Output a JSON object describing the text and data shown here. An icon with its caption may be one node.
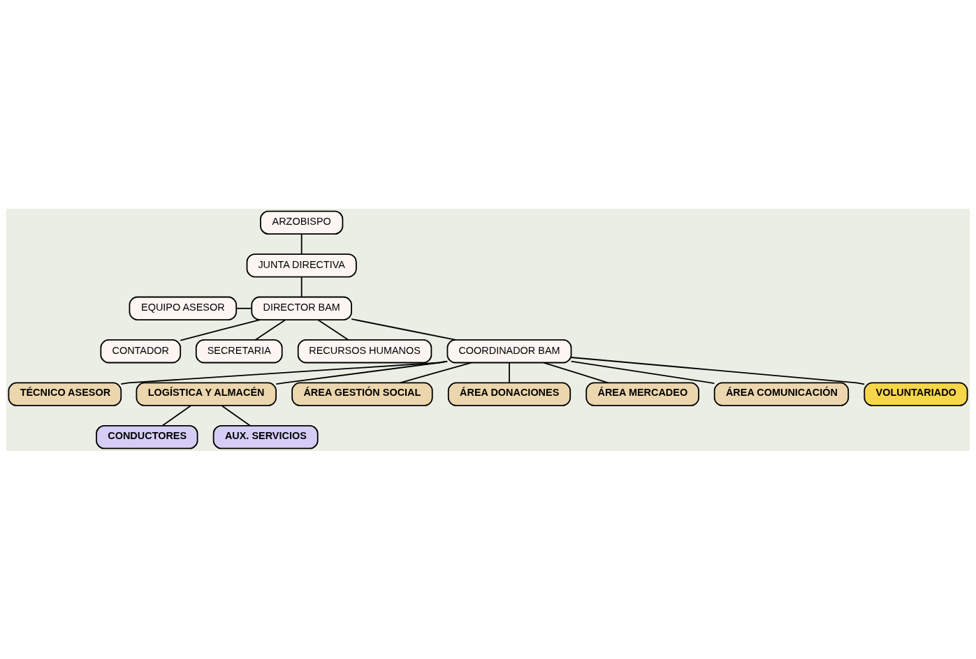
{
  "diagram": {
    "nodes": [
      {
        "text": [
          "ARZOBISPO"
        ]
      },
      {
        "text": [
          "JUNTA DIRECTIVA"
        ]
      },
      {
        "text": [
          "EQUIPO ASESOR"
        ]
      },
      {
        "text": [
          "DIRECTOR BAM"
        ]
      },
      {
        "text": [
          "CONTADOR"
        ]
      },
      {
        "text": [
          "SECRETARIA"
        ]
      },
      {
        "text": [
          "RECURSOS HUMANOS"
        ]
      },
      {
        "text": [
          "COORDINADOR BAM"
        ]
      },
      {
        "text": [
          "TÉCNICO ASESOR"
        ]
      },
      {
        "text": [
          "LOGÍSTICA Y ALMACÉN"
        ]
      },
      {
        "text": [
          "ÁREA GESTIÓN SOCIAL"
        ]
      },
      {
        "text": [
          "ÁREA DONACIONES"
        ]
      },
      {
        "text": [
          "ÁREA MERCADEO"
        ]
      },
      {
        "text": [
          "ÁREA COMUNICACIÓN"
        ]
      },
      {
        "text": [
          "CONDUCTORES"
        ]
      },
      {
        "text": [
          "AUX. SERVICIOS"
        ]
      },
      {
        "text": [
          "VOLUNTARIADO"
        ]
      }
    ],
    "edges": [
      {
        "from": 0,
        "to": 1,
        "arrow": "none"
      },
      {
        "from": 1,
        "to": 3,
        "arrow": "none"
      },
      {
        "from": 3,
        "to": 2,
        "arrow": "none"
      },
      {
        "from": 3,
        "to": 4,
        "arrow": "none"
      },
      {
        "from": 3,
        "to": 5,
        "arrow": "none"
      },
      {
        "from": 3,
        "to": 6,
        "arrow": "none"
      },
      {
        "from": 3,
        "to": 7,
        "arrow": "none"
      },
      {
        "from": 7,
        "to": 8,
        "arrow": "none"
      },
      {
        "from": 7,
        "to": 9,
        "arrow": "none"
      },
      {
        "from": 7,
        "to": 10,
        "arrow": "none"
      },
      {
        "from": 7,
        "to": 11,
        "arrow": "none"
      },
      {
        "from": 7,
        "to": 12,
        "arrow": "none"
      },
      {
        "from": 7,
        "to": 13,
        "arrow": "none"
      },
      {
        "from": 9,
        "to": 14,
        "arrow": "none"
      },
      {
        "from": 9,
        "to": 15,
        "arrow": "none"
      },
      {
        "from": 7,
        "to": 16,
        "arrow": "none"
      }
    ]
  }
}
